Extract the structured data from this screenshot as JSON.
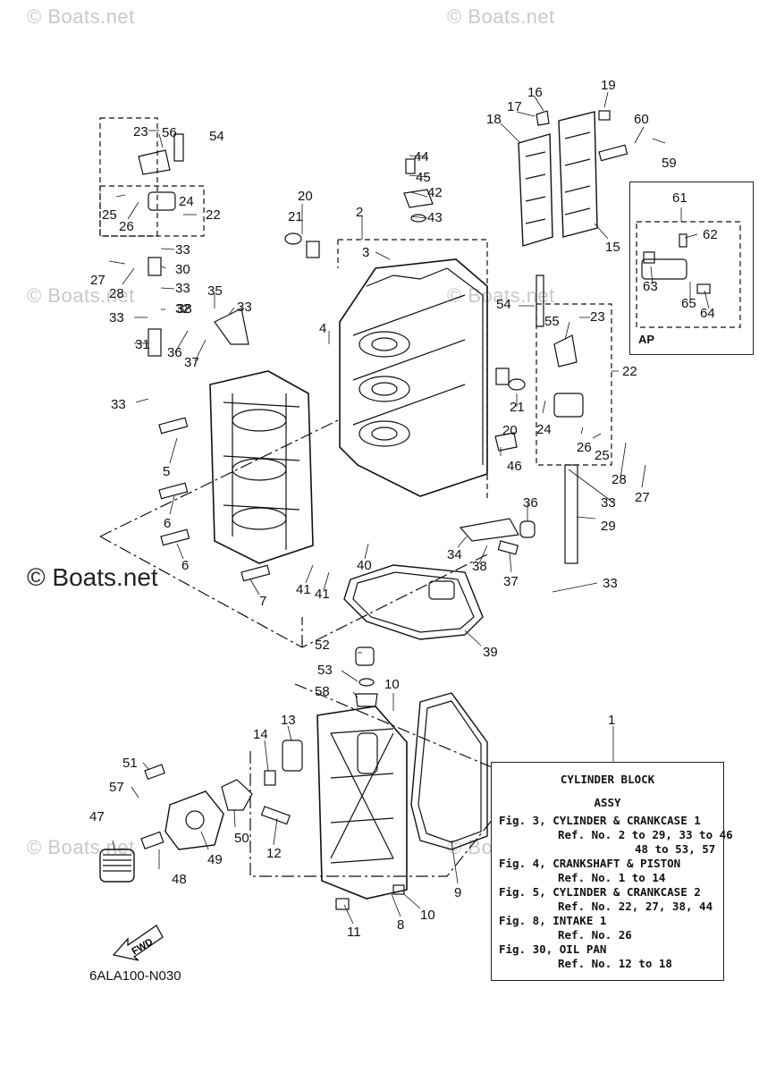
{
  "watermarks": {
    "faint": [
      "© Boats.net",
      "© Boats.net",
      "© Boats.net",
      "© Boats.net",
      "© Boats.net",
      "© Boats.net"
    ],
    "strong": "© Boats.net"
  },
  "figure_code": "6ALA100-N030",
  "fwd_label": "FWD",
  "ap_label": "AP",
  "legend": {
    "title1": "CYLINDER BLOCK",
    "title2": "ASSY",
    "lines": [
      "Fig. 3, CYLINDER & CRANKCASE 1",
      "Ref. No. 2 to 29, 33 to 46",
      "48 to 53, 57",
      "Fig. 4, CRANKSHAFT & PISTON",
      "Ref. No. 1 to 14",
      "Fig. 5, CYLINDER & CRANKCASE 2",
      "Ref. No. 22, 27, 38, 44",
      "Fig. 8, INTAKE 1",
      "Ref. No. 26",
      "Fig. 30, OIL PAN",
      "Ref. No. 12 to 18"
    ]
  },
  "callouts": [
    "1",
    "2",
    "3",
    "4",
    "5",
    "6",
    "6",
    "7",
    "8",
    "9",
    "10",
    "10",
    "11",
    "12",
    "13",
    "14",
    "15",
    "16",
    "17",
    "18",
    "19",
    "20",
    "20",
    "21",
    "21",
    "22",
    "22",
    "23",
    "23",
    "24",
    "24",
    "25",
    "25",
    "26",
    "26",
    "27",
    "27",
    "28",
    "28",
    "29",
    "30",
    "31",
    "32",
    "33",
    "33",
    "33",
    "33",
    "33",
    "33",
    "33",
    "34",
    "35",
    "36",
    "36",
    "37",
    "37",
    "38",
    "38",
    "39",
    "40",
    "41",
    "41",
    "42",
    "43",
    "44",
    "45",
    "46",
    "47",
    "48",
    "49",
    "50",
    "51",
    "52",
    "53",
    "54",
    "54",
    "55",
    "56",
    "57",
    "58",
    "59",
    "60",
    "61",
    "62",
    "63",
    "64",
    "65"
  ]
}
